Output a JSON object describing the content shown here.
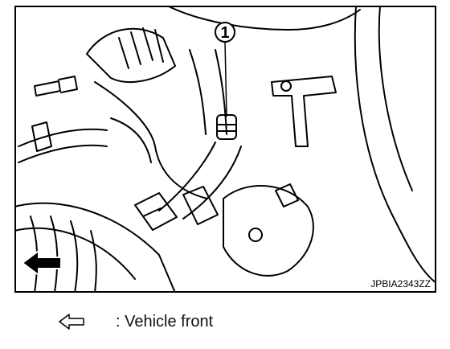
{
  "figure": {
    "callout_number": "1",
    "code": "JPBIA2343ZZ",
    "front_arrow_icon": "arrow-left-outline-icon"
  },
  "legend": {
    "icon": "arrow-left-outline-icon",
    "text": ": Vehicle front"
  }
}
